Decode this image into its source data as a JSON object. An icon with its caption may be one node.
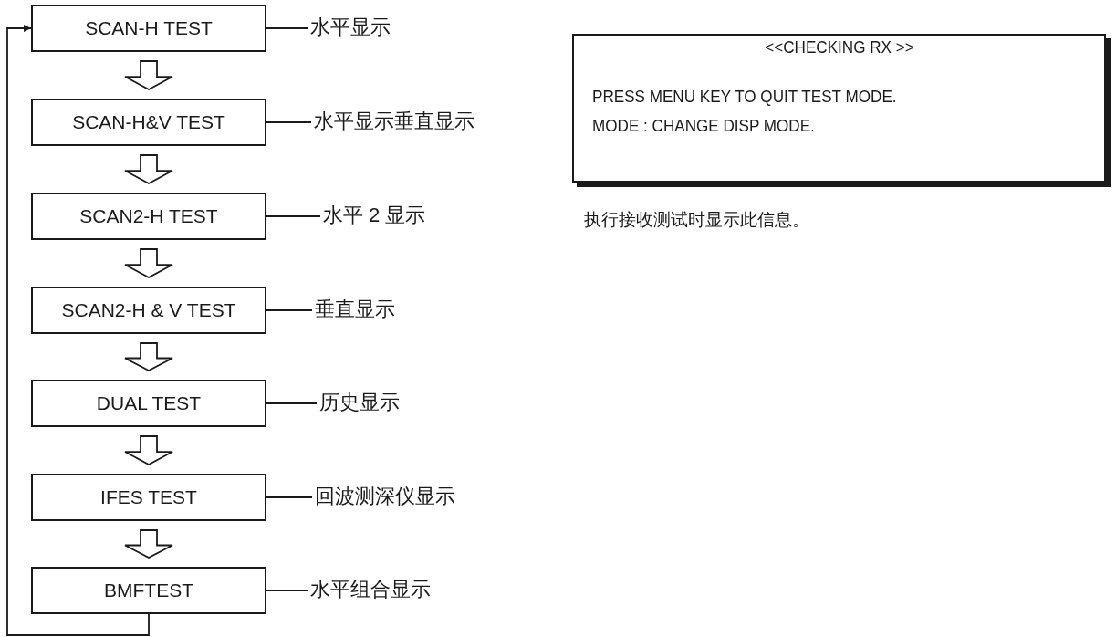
{
  "diagram": {
    "nodes": [
      {
        "text": [
          "SCAN-H TEST"
        ]
      },
      {
        "text": [
          "SCAN-H&V TEST"
        ]
      },
      {
        "text": [
          "SCAN2-H TEST"
        ]
      },
      {
        "text": [
          "SCAN2-H & V TEST"
        ]
      },
      {
        "text": [
          "DUAL TEST"
        ]
      },
      {
        "text": [
          "IFES TEST"
        ]
      },
      {
        "text": [
          "BMFTEST"
        ]
      },
      {
        "text": [
          "水平显示"
        ]
      },
      {
        "text": [
          "水平显示垂直显示"
        ]
      },
      {
        "text": [
          "水平 2 显示"
        ]
      },
      {
        "text": [
          "垂直显示"
        ]
      },
      {
        "text": [
          "历史显示"
        ]
      },
      {
        "text": [
          "回波测深仪显示"
        ]
      },
      {
        "text": [
          "水平组合显示"
        ]
      },
      {
        "text": [
          "<<CHECKING RX >>",
          "PRESS MENU KEY TO QUIT TEST MODE.",
          "MODE : CHANGE DISP MODE."
        ],
        "beside": [
          "执行接收测试时显示此信息。"
        ]
      }
    ],
    "edges": [
      {
        "from": 0,
        "to": 1,
        "arrow": "to"
      },
      {
        "from": 1,
        "to": 2,
        "arrow": "to"
      },
      {
        "from": 2,
        "to": 3,
        "arrow": "to"
      },
      {
        "from": 3,
        "to": 4,
        "arrow": "to"
      },
      {
        "from": 4,
        "to": 5,
        "arrow": "to"
      },
      {
        "from": 5,
        "to": 6,
        "arrow": "to"
      },
      {
        "from": 6,
        "to": 0,
        "arrow": "to"
      },
      {
        "from": 0,
        "to": 7,
        "arrow": "none"
      },
      {
        "from": 1,
        "to": 8,
        "arrow": "none"
      },
      {
        "from": 2,
        "to": 9,
        "arrow": "none"
      },
      {
        "from": 3,
        "to": 10,
        "arrow": "none"
      },
      {
        "from": 4,
        "to": 11,
        "arrow": "none"
      },
      {
        "from": 5,
        "to": 12,
        "arrow": "none"
      },
      {
        "from": 6,
        "to": 13,
        "arrow": "none"
      }
    ]
  }
}
